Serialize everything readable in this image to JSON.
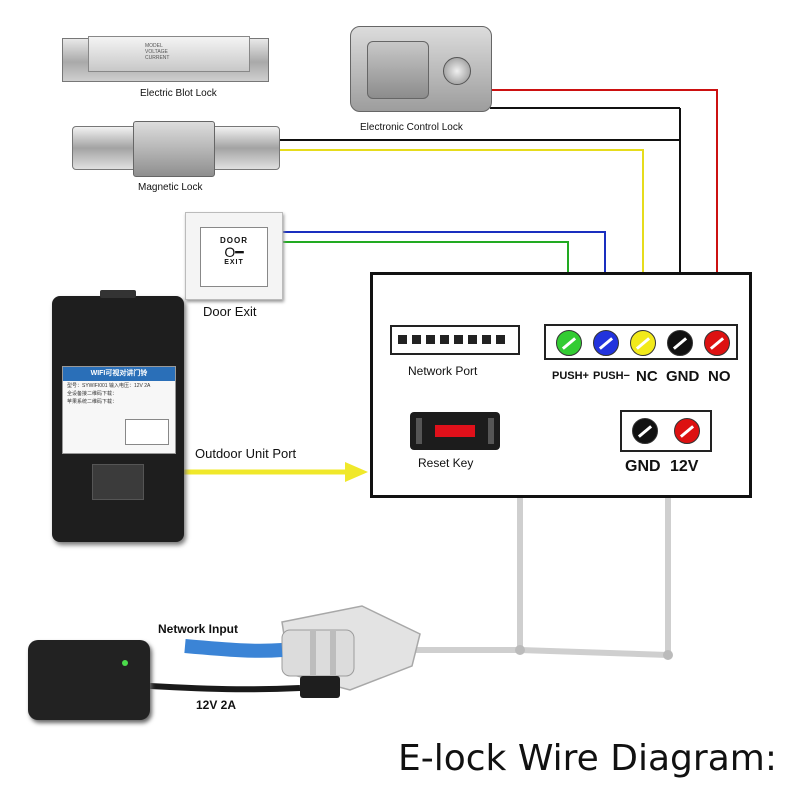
{
  "title": "E-lock Wire Diagram:",
  "components": {
    "electric_bolt_lock": {
      "label": "Electric Blot Lock",
      "plate_lines": [
        "MODEL",
        "VOLTAGE",
        "CURRENT"
      ]
    },
    "magnetic_lock": {
      "label": "Magnetic Lock"
    },
    "electronic_control_lock": {
      "label": "Electronic Control Lock"
    },
    "door_exit": {
      "label": "Door Exit",
      "button_top": "DOOR",
      "button_key": "O━",
      "button_bottom": "EXIT"
    },
    "indoor_unit": {
      "sticker_title": "WIFI可视对讲门铃",
      "sticker_line1": "型号：SYWIFI001    输入电压：12V 2A",
      "sticker_line2": "全设备接二维码下载：",
      "sticker_line3": "苹果系统二维码下载："
    },
    "outdoor_unit_port": {
      "label": "Outdoor Unit Port"
    },
    "network_input": {
      "label": "Network Input"
    },
    "power_adapter": {
      "label": "12V 2A"
    }
  },
  "control_box": {
    "network_port": {
      "label": "Network Port"
    },
    "reset_key": {
      "label": "Reset Key"
    },
    "terminals": [
      {
        "label": "PUSH+",
        "color": "#33cc33"
      },
      {
        "label": "PUSH−",
        "color": "#2233dd"
      },
      {
        "label": "NC",
        "color": "#f2ea1a"
      },
      {
        "label": "GND",
        "color": "#111111"
      },
      {
        "label": "NO",
        "color": "#dd1111"
      }
    ],
    "power_terminals": [
      {
        "label": "GND",
        "color": "#111111"
      },
      {
        "label": "12V",
        "color": "#dd1111"
      }
    ]
  },
  "wire_colors": {
    "green": "#22aa22",
    "blue": "#1a2fbf",
    "yellow": "#e6dc1c",
    "black": "#111111",
    "red": "#cc1111",
    "cable": "#cfcfcf",
    "arrow": "#f0e82a"
  }
}
